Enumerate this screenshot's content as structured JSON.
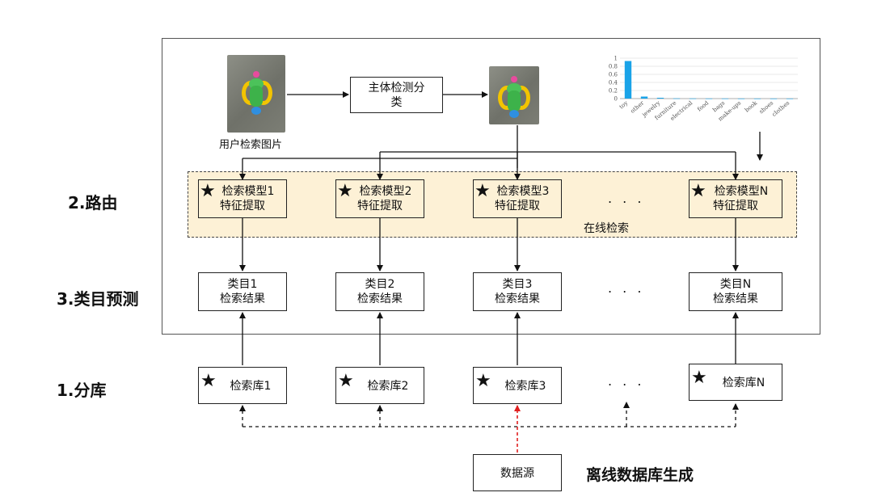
{
  "stages": {
    "routing": "2.路由",
    "category": "3.类目预测",
    "sharding": "1.分库"
  },
  "user_image_caption": "用户检索图片",
  "detection_box": {
    "line1": "主体检测分",
    "line2": "类"
  },
  "online_label": "在线检索",
  "star_glyph": "★",
  "ellipsis": ". . .",
  "models": [
    {
      "line1": "检索模型1",
      "line2": "特征提取"
    },
    {
      "line1": "检索模型2",
      "line2": "特征提取"
    },
    {
      "line1": "检索模型3",
      "line2": "特征提取"
    },
    {
      "line1": "检索模型N",
      "line2": "特征提取"
    }
  ],
  "results": [
    {
      "line1": "类目1",
      "line2": "检索结果"
    },
    {
      "line1": "类目2",
      "line2": "检索结果"
    },
    {
      "line1": "类目3",
      "line2": "检索结果"
    },
    {
      "line1": "类目N",
      "line2": "检索结果"
    }
  ],
  "libraries": [
    "检索库1",
    "检索库2",
    "检索库3",
    "检索库N"
  ],
  "data_source": "数据源",
  "offline_title": "离线数据库生成",
  "colors": {
    "online_fill": "#fdf1d6",
    "bar": "#1aa3e8",
    "red_arrow": "#e02020"
  },
  "chart_data": {
    "type": "bar",
    "categories": [
      "toy",
      "other",
      "jewelry",
      "furniture",
      "electrical",
      "food",
      "bags",
      "make-ups",
      "book",
      "shoes",
      "clothes"
    ],
    "values": [
      0.93,
      0.05,
      0.02,
      0.005,
      0.003,
      0.002,
      0.002,
      0.001,
      0.001,
      0.001,
      0.001
    ],
    "y_ticks": [
      "0",
      "0.2",
      "0.4",
      "0.6",
      "0.8",
      "1"
    ],
    "ylim": [
      0,
      1
    ],
    "grid": true
  }
}
